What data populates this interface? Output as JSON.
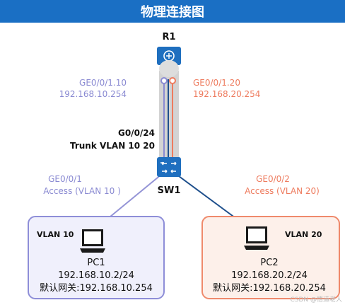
{
  "header": {
    "title": "物理连接图"
  },
  "router": {
    "name": "R1",
    "left_interface": "GE0/0/1.10",
    "left_ip": "192.168.10.254",
    "right_interface": "GE0/0/1.20",
    "right_ip": "192.168.20.254"
  },
  "trunk": {
    "port": "G0/0/24",
    "vlan": "Trunk VLAN 10 20"
  },
  "switch": {
    "name": "SW1",
    "left_port": "GE0/0/1",
    "left_mode": "Access (VLAN 10 )",
    "right_port": "GE0/0/2",
    "right_mode": "Access (VLAN 20)"
  },
  "pc1": {
    "vlan": "VLAN 10",
    "name": "PC1",
    "ip": "192.168.10.2/24",
    "gateway": "默认网关:192.168.10.254"
  },
  "pc2": {
    "vlan": "VLAN 20",
    "name": "PC2",
    "ip": "192.168.20.2/24",
    "gateway": "默认网关:192.168.20.254"
  },
  "watermark": "CSDN @悟道老人",
  "colors": {
    "header_bg": "#1a6fc4",
    "device_blue": "#1f6fbf",
    "vlan10": "#8a8ad2",
    "vlan20": "#ee7b5e",
    "trunk": "#c8c8c8",
    "link_vlan10": "#9494d6",
    "link_vlan20": "#1e4f8c",
    "pc1_border": "#8e8ed8",
    "pc1_bg": "#f0f0fc",
    "pc2_border": "#ef8a6c",
    "pc2_bg": "#fdf0ea"
  },
  "icons": {
    "router": "router-icon",
    "switch": "switch-icon",
    "pc": "pc-icon"
  }
}
